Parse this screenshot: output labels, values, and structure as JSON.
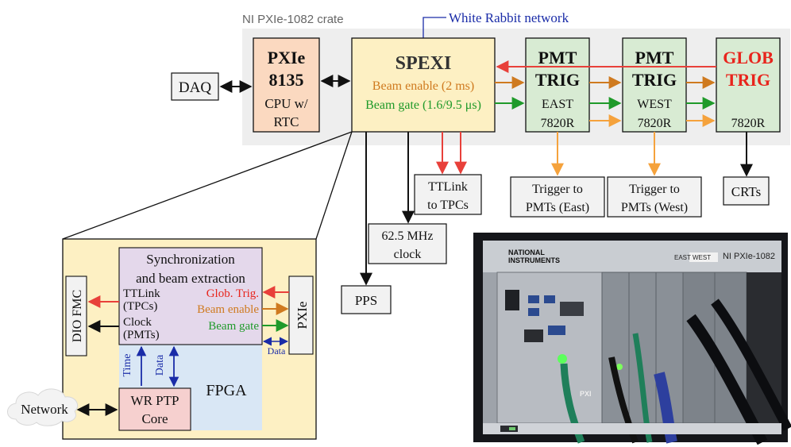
{
  "crate": {
    "title": "NI PXIe-1082 crate"
  },
  "wr_network": "White Rabbit network",
  "daq": "DAQ",
  "pxie8135": {
    "l1": "PXIe",
    "l2": "8135",
    "l3": "CPU w/",
    "l4": "RTC"
  },
  "spexi": {
    "title": "SPEXI",
    "beam_enable": "Beam enable (2 ms)",
    "beam_gate": "Beam gate (1.6/9.5 μs)"
  },
  "pmt_east": {
    "l1": "PMT",
    "l2": "TRIG",
    "l3": "EAST",
    "l4": "7820R"
  },
  "pmt_west": {
    "l1": "PMT",
    "l2": "TRIG",
    "l3": "WEST",
    "l4": "7820R"
  },
  "glob": {
    "l1": "GLOB",
    "l2": "TRIG",
    "l3": "7820R"
  },
  "outputs": {
    "ttlink": [
      "TTLink",
      "to TPCs"
    ],
    "clock": [
      "62.5 MHz",
      "clock"
    ],
    "pps": "PPS",
    "trig_east": [
      "Trigger to",
      "PMTs (East)"
    ],
    "trig_west": [
      "Trigger to",
      "PMTs (West)"
    ],
    "crts": "CRTs"
  },
  "detail": {
    "sync": [
      "Synchronization",
      "and beam extraction"
    ],
    "ttlink": [
      "TTLink",
      "(TPCs)"
    ],
    "clock": [
      "Clock",
      "(PMTs)"
    ],
    "glob_trig": "Glob. Trig.",
    "beam_enable": "Beam enable",
    "beam_gate": "Beam gate",
    "pxie": "PXIe",
    "dio_fmc": "DIO FMC",
    "data_small": "Data",
    "time": "Time",
    "data": "Data",
    "fpga": "FPGA",
    "wr_ptp": [
      "WR PTP",
      "Core"
    ],
    "network": "Network"
  },
  "photo": {
    "brand": [
      "NATIONAL",
      "INSTRUMENTS"
    ],
    "model": "NI PXIe-1082",
    "east": "EAST",
    "west": "WEST",
    "pxi": "PXI"
  },
  "colors": {
    "red": "#e8403a",
    "orange": "#cf7a1f",
    "green": "#1f9a2a",
    "amber": "#f5a23c",
    "blue": "#1a2ca8"
  }
}
